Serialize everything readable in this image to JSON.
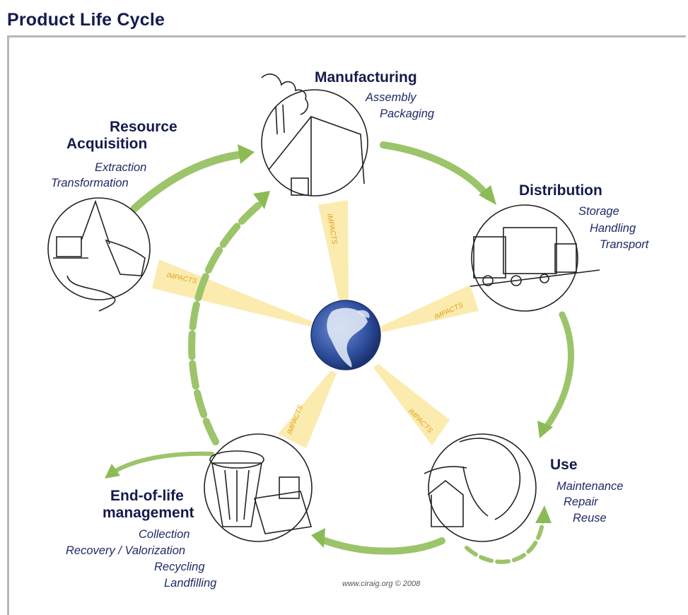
{
  "title": "Product Life Cycle",
  "stages": {
    "manufacturing": {
      "title": "Manufacturing",
      "items": [
        "Assembly",
        "Packaging"
      ]
    },
    "distribution": {
      "title": "Distribution",
      "items": [
        "Storage",
        "Handling",
        "Transport"
      ]
    },
    "use": {
      "title": "Use",
      "items": [
        "Maintenance",
        "Repair",
        "Reuse"
      ]
    },
    "end_of_life": {
      "title_line1": "End-of-life",
      "title_line2": "management",
      "items": [
        "Collection",
        "Recovery / Valorization",
        "Recycling",
        "Landfilling"
      ]
    },
    "resource": {
      "title_line1": "Resource",
      "title_line2": "Acquisition",
      "items": [
        "Extraction",
        "Transformation"
      ]
    }
  },
  "impact_label": "IMPACTS",
  "credit": "www.ciraig.org © 2008",
  "colors": {
    "title": "#141b4d",
    "text": "#1f2a66",
    "arrow": "#9cc46a",
    "impact": "#fbe9a6",
    "impact_text": "#e3a21a",
    "globe": "#2f4f9e"
  }
}
